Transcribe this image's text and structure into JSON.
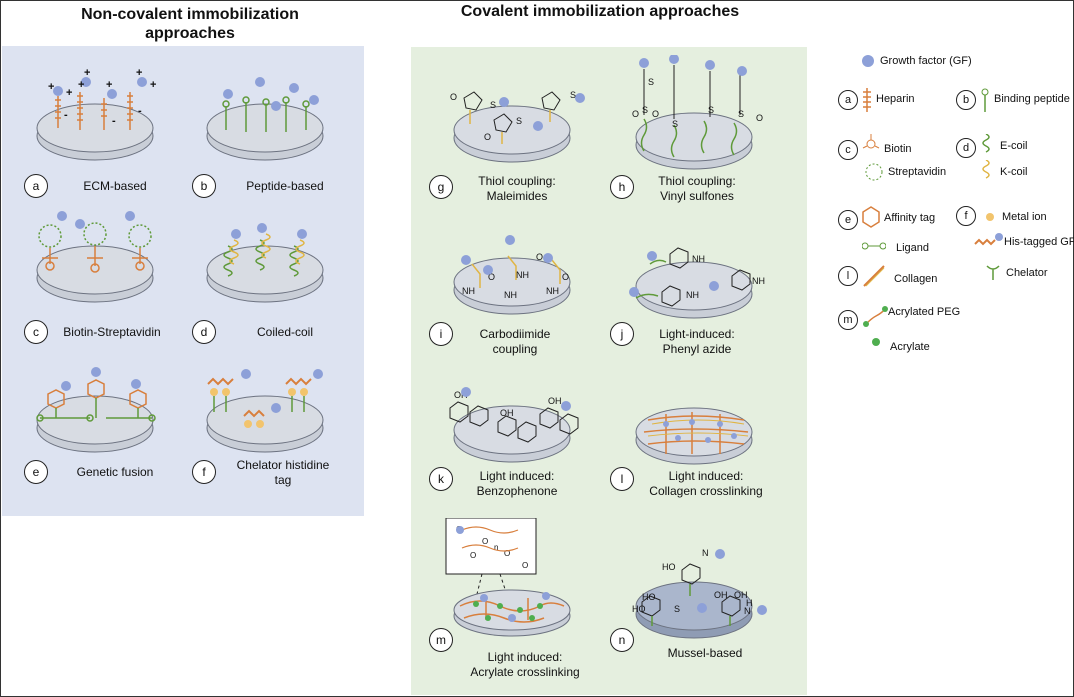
{
  "headings": {
    "noncovalent": "Non-covalent immobilization approaches",
    "covalent": "Covalent immobilization approaches"
  },
  "colors": {
    "left_panel": "#dde3f1",
    "middle_panel": "#e5efdf",
    "dish": "#c9ced7",
    "dish_edge": "#6c7280",
    "gf": "#8da0d8",
    "heparin": "#d87f3d",
    "green_chain": "#5f9a3a",
    "coil_yellow": "#e0b544",
    "metal_ion": "#f2c46d"
  },
  "noncovalent_panels": [
    {
      "letter": "a",
      "caption": "ECM-based",
      "icon": "heparin-chains-icon"
    },
    {
      "letter": "b",
      "caption": "Peptide-based",
      "icon": "binding-peptide-icon"
    },
    {
      "letter": "c",
      "caption": "Biotin-Streptavidin",
      "icon": "streptavidin-icon"
    },
    {
      "letter": "d",
      "caption": "Coiled-coil",
      "icon": "coil-icon"
    },
    {
      "letter": "e",
      "caption": "Genetic fusion",
      "icon": "affinity-tag-icon"
    },
    {
      "letter": "f",
      "caption": "Chelator histidine\ntag",
      "icon": "his-tag-icon"
    }
  ],
  "covalent_panels": [
    {
      "letter": "g",
      "caption": "Thiol coupling:\nMaleimides"
    },
    {
      "letter": "h",
      "caption": "Thiol coupling:\nVinyl sulfones"
    },
    {
      "letter": "i",
      "caption": "Carbodiimide\ncoupling"
    },
    {
      "letter": "j",
      "caption": "Light-induced:\nPhenyl azide"
    },
    {
      "letter": "k",
      "caption": "Light induced:\nBenzophenone"
    },
    {
      "letter": "l",
      "caption": "Light induced:\nCollagen crosslinking"
    },
    {
      "letter": "m",
      "caption": "Light induced:\nAcrylate crosslinking"
    },
    {
      "letter": "n",
      "caption": "Mussel-based"
    }
  ],
  "chem_labels": {
    "S": "S",
    "O": "O",
    "N": "N",
    "NH": "NH",
    "OH": "OH",
    "HO": "HO",
    "H": "H",
    "n": "n",
    "plus": "+",
    "minus": "-"
  },
  "legend": {
    "gf": "Growth factor (GF)",
    "items": [
      {
        "letter": "a",
        "label": "Heparin"
      },
      {
        "letter": "b",
        "label": "Binding peptide"
      },
      {
        "letter": "c",
        "label": "Biotin"
      },
      {
        "letter": "c",
        "label": "Streptavidin"
      },
      {
        "letter": "d",
        "label": "E-coil"
      },
      {
        "letter": "d",
        "label": "K-coil"
      },
      {
        "letter": "e",
        "label": "Affinity tag"
      },
      {
        "letter": "e",
        "label": "Ligand"
      },
      {
        "letter": "f",
        "label": "Metal ion"
      },
      {
        "letter": "f",
        "label": "His-tagged GF"
      },
      {
        "letter": "f",
        "label": "Chelator"
      },
      {
        "letter": "l",
        "label": "Collagen"
      },
      {
        "letter": "m",
        "label": "Acrylated PEG"
      },
      {
        "letter": "m",
        "label": "Acrylate"
      }
    ]
  }
}
